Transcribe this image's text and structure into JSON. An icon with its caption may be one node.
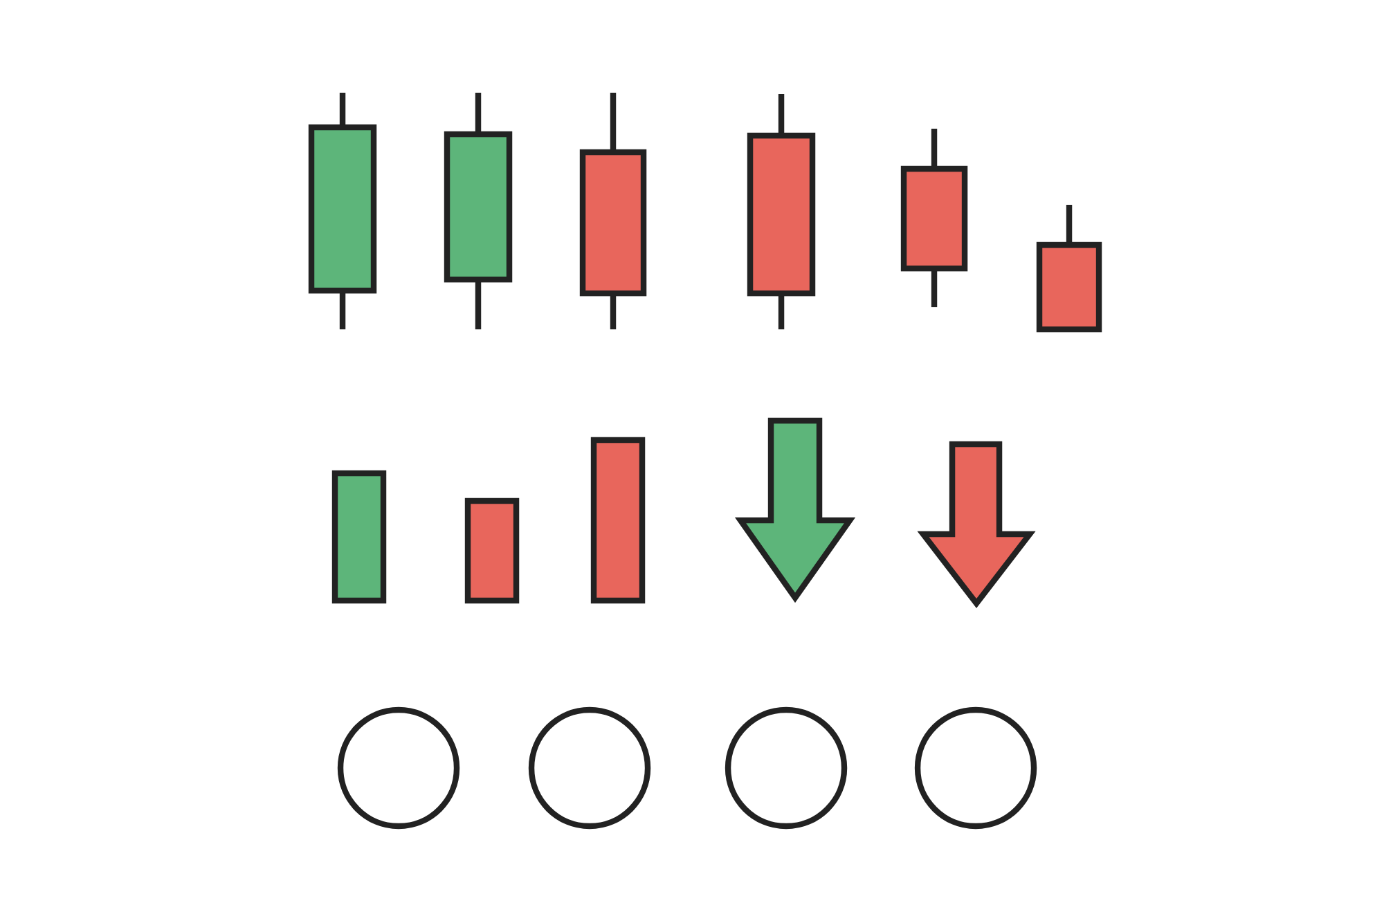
{
  "diagram": {
    "nodes": [
      {
        "text": [],
        "shape": "candlestick"
      },
      {
        "text": [],
        "shape": "candlestick"
      },
      {
        "text": [],
        "shape": "candlestick"
      },
      {
        "text": [],
        "shape": "candlestick"
      },
      {
        "text": [],
        "shape": "candlestick"
      },
      {
        "text": [],
        "shape": "candlestick"
      },
      {
        "text": [],
        "shape": "bar"
      },
      {
        "text": [],
        "shape": "bar"
      },
      {
        "text": [],
        "shape": "bar"
      },
      {
        "text": [],
        "shape": "arrow"
      },
      {
        "text": [],
        "shape": "arrow"
      },
      {
        "text": [],
        "shape": "circle"
      },
      {
        "text": [],
        "shape": "circle"
      },
      {
        "text": [],
        "shape": "circle"
      },
      {
        "text": [],
        "shape": "circle"
      }
    ]
  }
}
